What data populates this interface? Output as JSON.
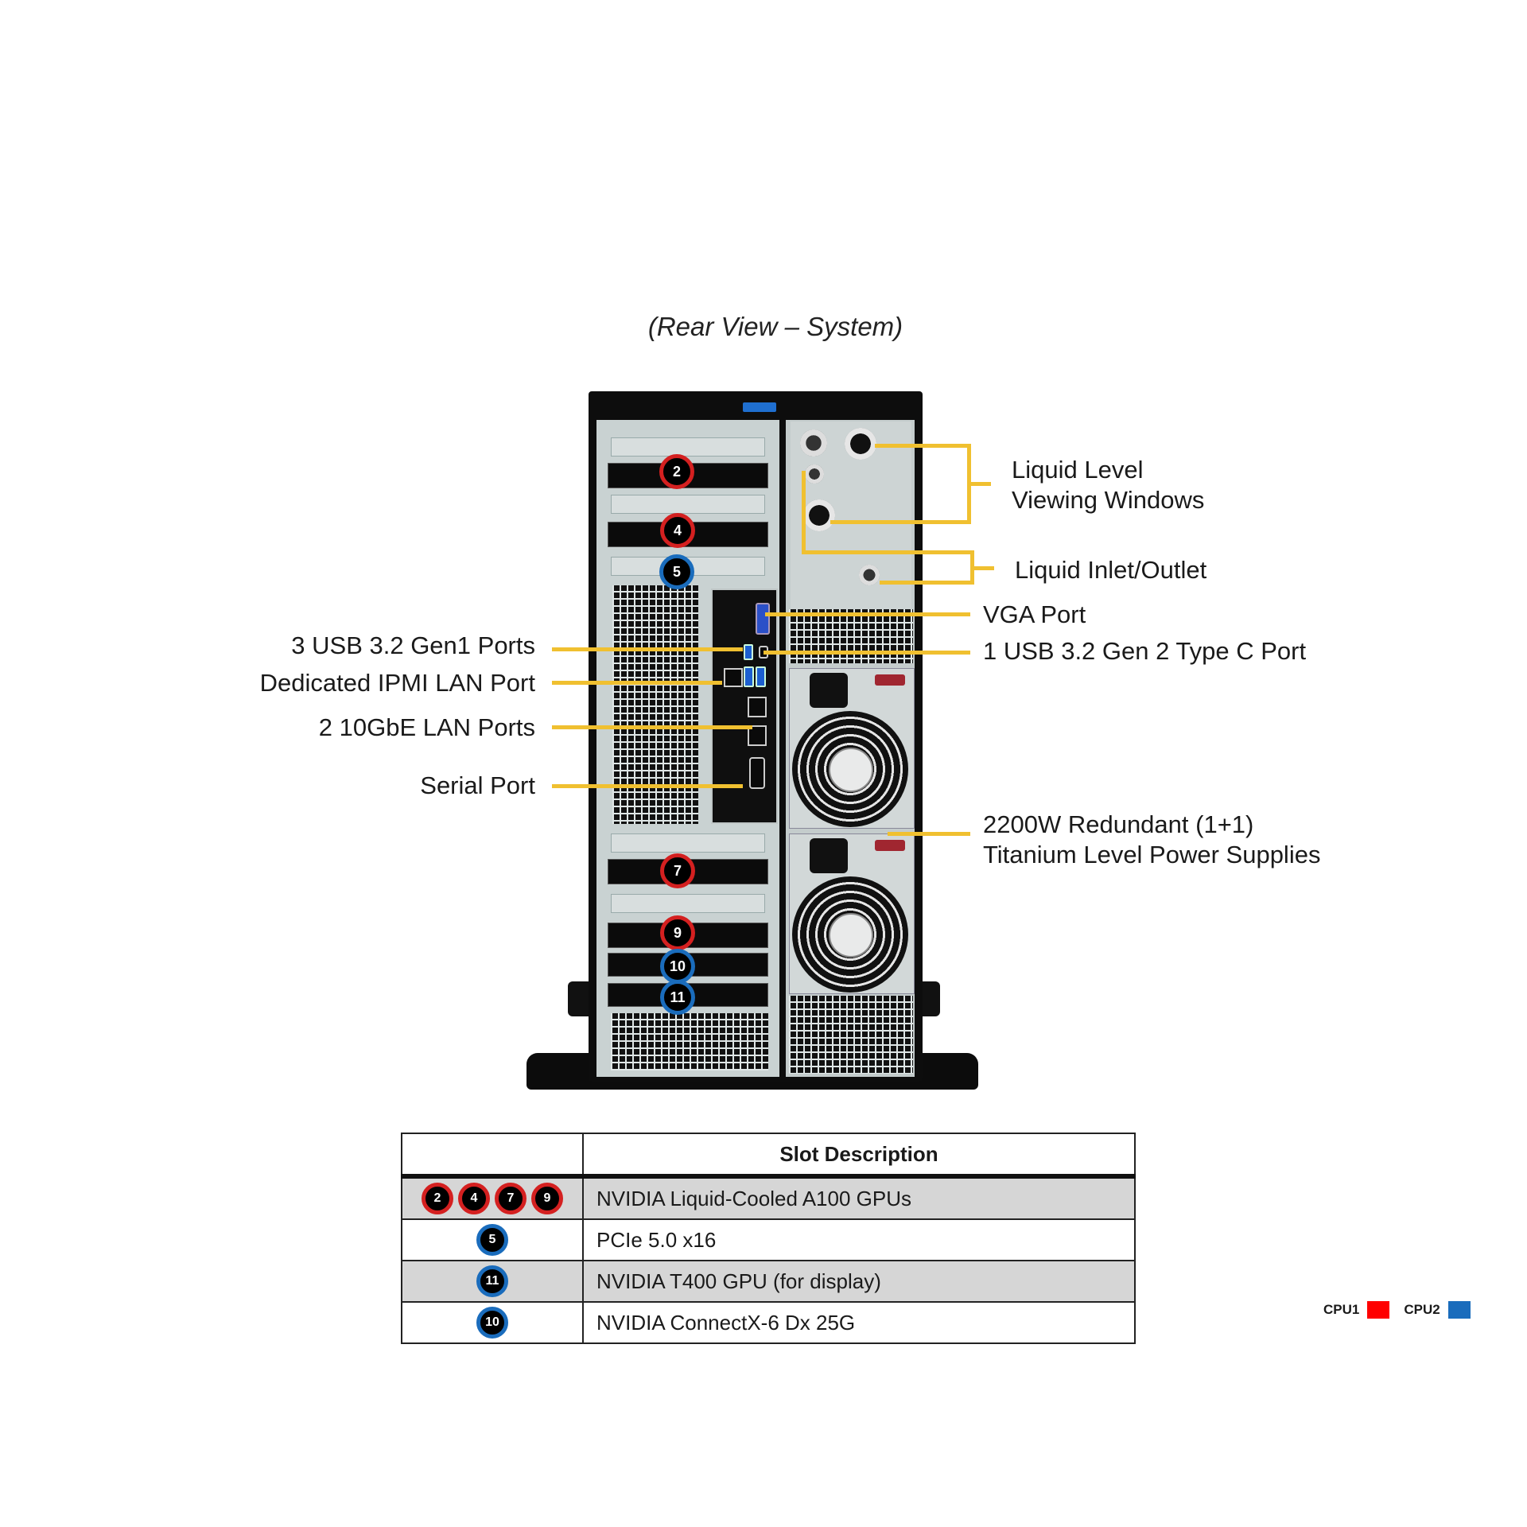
{
  "caption": "(Rear View – System)",
  "slots": {
    "badges": [
      {
        "num": "2",
        "cpu": "cpu1"
      },
      {
        "num": "4",
        "cpu": "cpu1"
      },
      {
        "num": "5",
        "cpu": "cpu2"
      },
      {
        "num": "7",
        "cpu": "cpu1"
      },
      {
        "num": "9",
        "cpu": "cpu1"
      },
      {
        "num": "10",
        "cpu": "cpu2"
      },
      {
        "num": "11",
        "cpu": "cpu2"
      }
    ]
  },
  "callouts": {
    "left": [
      {
        "text": "3 USB 3.2 Gen1  Ports"
      },
      {
        "text": "Dedicated IPMI  LAN Port"
      },
      {
        "text": "2 10GbE LAN Ports"
      },
      {
        "text": "Serial Port"
      }
    ],
    "right": [
      {
        "line1": "Liquid Level",
        "line2": "Viewing Windows"
      },
      {
        "text": "Liquid Inlet/Outlet"
      },
      {
        "text": "VGA Port"
      },
      {
        "text": "1 USB 3.2 Gen 2 Type  C Port"
      },
      {
        "line1": "2200W Redundant  (1+1)",
        "line2": "Titanium  Level  Power Supplies"
      }
    ]
  },
  "table": {
    "header": {
      "col1": "",
      "col2": "Slot Description"
    },
    "rows": [
      {
        "slots": [
          "2",
          "4",
          "7",
          "9"
        ],
        "cpu": "cpu1",
        "description": "NVIDIA  Liquid-Cooled  A100  GPUs"
      },
      {
        "slots": [
          "5"
        ],
        "cpu": "cpu2",
        "description": "PCIe  5.0 x16"
      },
      {
        "slots": [
          "11"
        ],
        "cpu": "cpu2",
        "description": "NVIDIA  T400  GPU (for  display)"
      },
      {
        "slots": [
          "10"
        ],
        "cpu": "cpu2",
        "description": "NVIDIA  ConnectX-6  Dx 25G"
      }
    ]
  },
  "legend": {
    "items": [
      {
        "label": "CPU1",
        "color": "#ff0000"
      },
      {
        "label": "CPU2",
        "color": "#1a6cbc"
      }
    ]
  },
  "colors": {
    "callout_line": "#f0c030",
    "cpu1_ring": "#d42020",
    "cpu2_ring": "#1a6cbc"
  }
}
